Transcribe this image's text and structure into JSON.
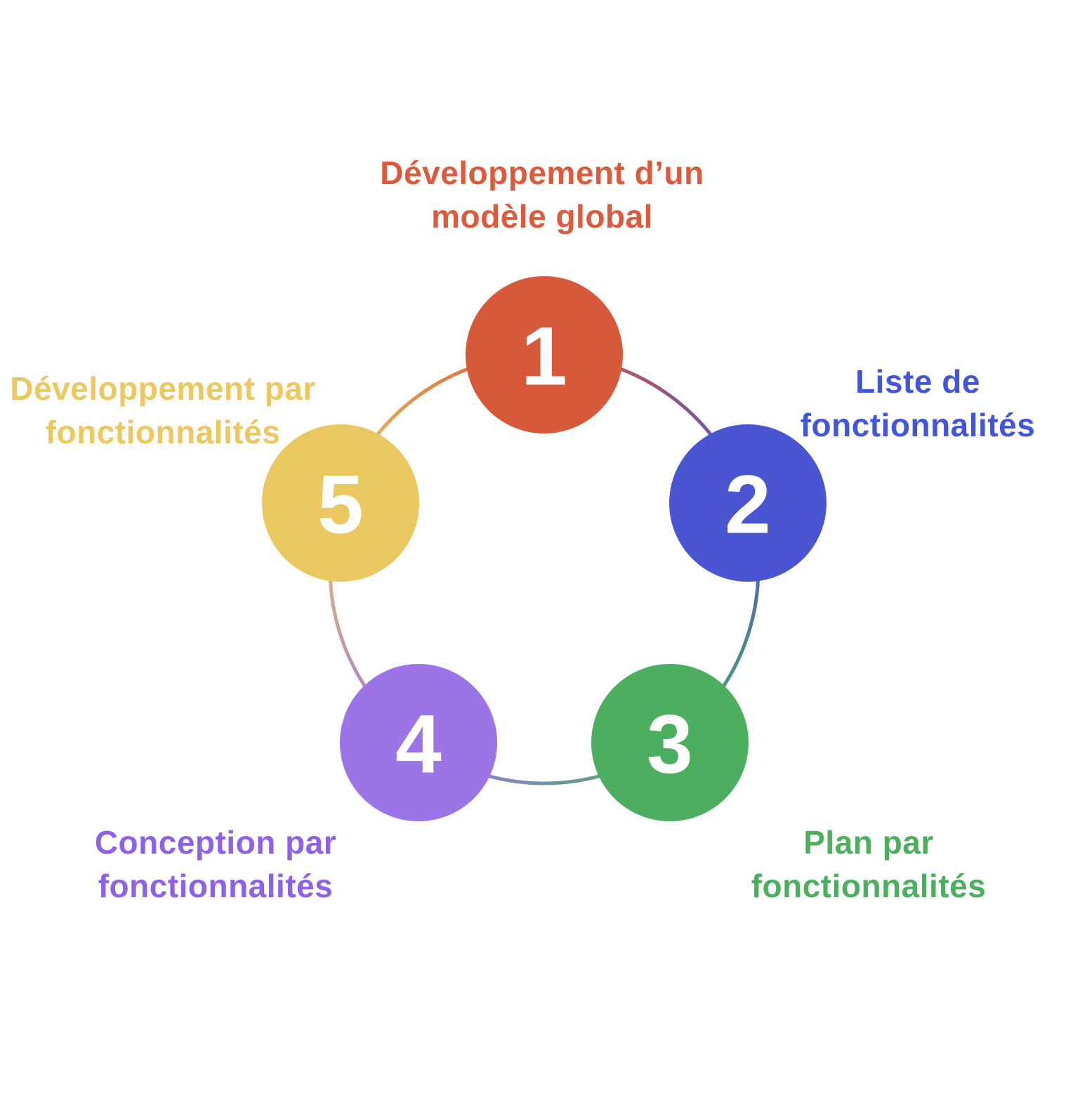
{
  "diagram": {
    "type": "cycle",
    "step_count": 5,
    "steps": [
      {
        "number": "1",
        "circle_color": "#d8583a",
        "label_color": "#df5a3c",
        "label_lines": [
          "Développement d’un",
          "modèle global"
        ],
        "label_position": "top"
      },
      {
        "number": "2",
        "circle_color": "#4a55d2",
        "label_color": "#4355d9",
        "label_lines": [
          "Liste de",
          "fonctionnalités"
        ],
        "label_position": "right"
      },
      {
        "number": "3",
        "circle_color": "#4cae5f",
        "label_color": "#4caf5e",
        "label_lines": [
          "Plan par",
          "fonctionnalités"
        ],
        "label_position": "bottom-right"
      },
      {
        "number": "4",
        "circle_color": "#9c74e8",
        "label_color": "#8d61e9",
        "label_lines": [
          "Conception par",
          "fonctionnalités"
        ],
        "label_position": "bottom-left"
      },
      {
        "number": "5",
        "circle_color": "#ebc75f",
        "label_color": "#edc75f",
        "label_lines": [
          "Développement par",
          "fonctionnalités"
        ],
        "label_position": "left"
      }
    ]
  }
}
